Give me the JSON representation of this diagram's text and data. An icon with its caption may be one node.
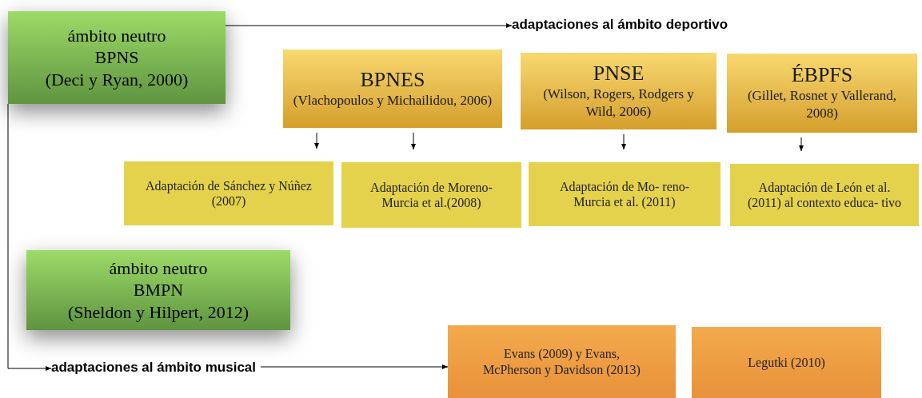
{
  "diagram": {
    "nodes": [
      {
        "text": [
          "ámbito neutro",
          "BPNS",
          "(Deci y Ryan, 2000)"
        ]
      },
      {
        "text": [
          "adaptaciones al ámbito deportivo"
        ]
      },
      {
        "text": [
          "BPNES",
          "(Vlachopoulos y Michailidou, 2006)"
        ]
      },
      {
        "text": [
          "PNSE",
          "(Wilson, Rogers, Rodgers y Wild, 2006)"
        ]
      },
      {
        "text": [
          "ÉBPFS",
          "(Gillet, Rosnet y Vallerand, 2008)"
        ]
      },
      {
        "text": [
          "Adaptación de Sánchez y Núñez (2007)"
        ]
      },
      {
        "text": [
          "Adaptación de Moreno-Murcia et al.(2008)"
        ]
      },
      {
        "text": [
          "Adaptación de Mo- reno-Murcia et al. (2011)"
        ]
      },
      {
        "text": [
          "Adaptación de León et al. (2011) al contexto educa- tivo"
        ]
      },
      {
        "text": [
          "ámbito neutro",
          "BMPN",
          "(Sheldon y Hilpert, 2012)"
        ]
      },
      {
        "text": [
          "adaptaciones al ámbito musical"
        ]
      },
      {
        "text": [
          "Evans (2009) y Evans, McPherson y Davidson (2013)"
        ]
      },
      {
        "text": [
          "Legutki (2010)"
        ]
      }
    ],
    "edges": [
      {
        "from": 0,
        "to": 1,
        "arrow": "to"
      },
      {
        "from": 2,
        "to": 5,
        "arrow": "to"
      },
      {
        "from": 2,
        "to": 6,
        "arrow": "to"
      },
      {
        "from": 3,
        "to": 7,
        "arrow": "to"
      },
      {
        "from": 4,
        "to": 8,
        "arrow": "to"
      },
      {
        "from": 0,
        "to": 10,
        "arrow": "to"
      },
      {
        "from": 10,
        "to": 11,
        "arrow": "to"
      }
    ]
  }
}
